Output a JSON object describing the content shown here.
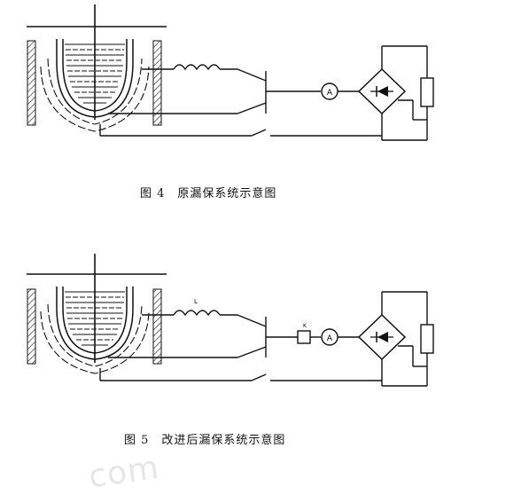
{
  "figures": [
    {
      "id": "fig4",
      "number": "图 4",
      "caption": "原漏保系统示意图",
      "ammeter_symbol": "A",
      "inductor_label": "",
      "has_extra_device": false,
      "extra_device_label": ""
    },
    {
      "id": "fig5",
      "number": "图 5",
      "caption": "改进后漏保系统示意图",
      "ammeter_symbol": "A",
      "inductor_label": "L",
      "has_extra_device": true,
      "extra_device_label": "K"
    }
  ],
  "watermark": "com"
}
